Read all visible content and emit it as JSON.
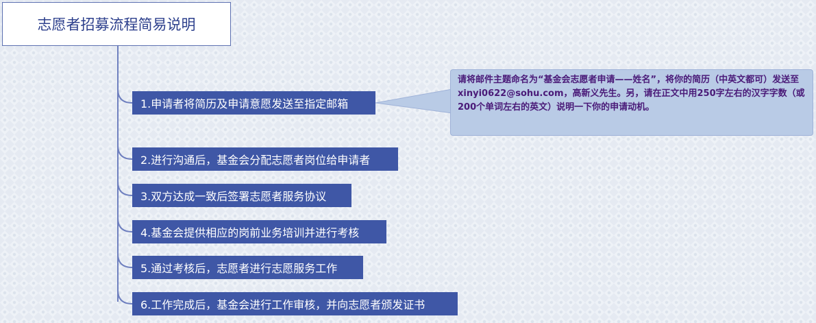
{
  "root": {
    "title": "志愿者招募流程简易说明"
  },
  "steps": [
    {
      "label": "1.申请者将简历及申请意愿发送至指定邮箱"
    },
    {
      "label": "2.进行沟通后，基金会分配志愿者岗位给申请者"
    },
    {
      "label": "3.双方达成一致后签署志愿者服务协议"
    },
    {
      "label": "4.基金会提供相应的岗前业务培训并进行考核"
    },
    {
      "label": "5.通过考核后，志愿者进行志愿服务工作"
    },
    {
      "label": "6.工作完成后，基金会进行工作审核，并向志愿者颁发证书"
    }
  ],
  "note": {
    "text": "请将邮件主题命名为“基金会志愿者申请——姓名”，将你的简历（中英文都可）发送至 xinyi0622@sohu.com，高新义先生。另，请在正文中用250字左右的汉字字数（或200个单词左右的英文）说明一下你的申请动机。"
  },
  "colors": {
    "node_fill": "#3f57a6",
    "connector": "#6e7fbf",
    "note_fill": "#b9cbe6",
    "note_text": "#4a1a78",
    "title_text": "#2c3f8c"
  }
}
